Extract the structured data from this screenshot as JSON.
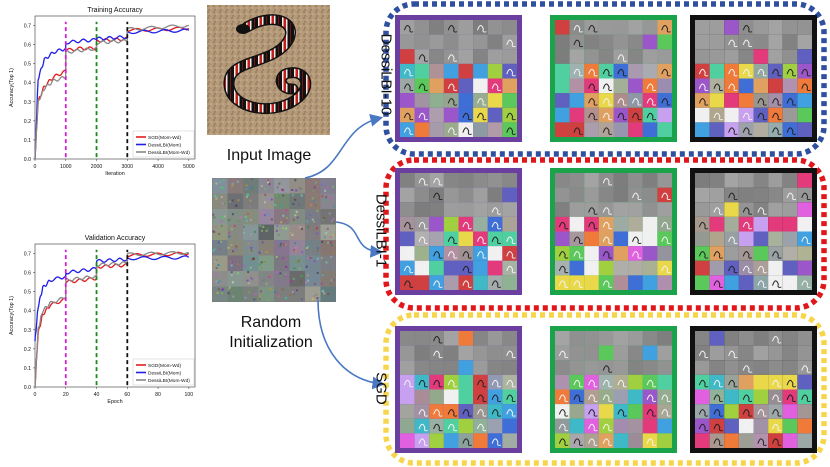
{
  "figure": {
    "input_image_label": "Input Image",
    "random_init_label_line1": "Random",
    "random_init_label_line2": "Initialization",
    "rows": [
      {
        "name": "DessiLBI-10",
        "box_color": "#2f4f9f"
      },
      {
        "name": "DessiLBI-1",
        "box_color": "#e0161b"
      },
      {
        "name": "SGD",
        "box_color": "#f7d54a"
      }
    ],
    "panel_frame_colors": [
      "#6b3fa0",
      "#1aa34a",
      "#111111"
    ],
    "marker_colors": {
      "m1": "#d020d0",
      "m2": "#1a8a1a",
      "m3": "#111111"
    }
  },
  "chart_data": [
    {
      "type": "line",
      "title": "Training Accuracy",
      "xlabel": "Iteration",
      "ylabel": "Accuracy(Top 1)",
      "xlim": [
        0,
        5200
      ],
      "ylim": [
        0,
        0.75
      ],
      "xticks": [
        "0",
        "1000",
        "2000",
        "3000",
        "4000",
        "5000"
      ],
      "yticks": [
        "0.0",
        "0.1",
        "0.2",
        "0.3",
        "0.4",
        "0.5",
        "0.6",
        "0.7"
      ],
      "vlines": [
        1000,
        2000,
        3000
      ],
      "legend": "bottom-right",
      "series": [
        {
          "name": "SGD(Mom-Wd)",
          "color": "#e41a1c",
          "x": [
            0,
            100,
            300,
            600,
            999,
            1001,
            1500,
            1999,
            2001,
            2500,
            2999,
            3001,
            4000,
            5000
          ],
          "y": [
            0.0,
            0.3,
            0.38,
            0.43,
            0.46,
            0.57,
            0.58,
            0.58,
            0.62,
            0.625,
            0.63,
            0.675,
            0.68,
            0.685
          ]
        },
        {
          "name": "DessiLBI(Mom)",
          "color": "#1f1fe8",
          "x": [
            0,
            100,
            300,
            600,
            999,
            1001,
            1500,
            1999,
            2001,
            2500,
            2999,
            3001,
            4000,
            5000
          ],
          "y": [
            0.0,
            0.42,
            0.52,
            0.56,
            0.58,
            0.61,
            0.62,
            0.625,
            0.63,
            0.635,
            0.64,
            0.665,
            0.67,
            0.675
          ]
        },
        {
          "name": "DessiLBI(Mom-Wd)",
          "color": "#888888",
          "x": [
            0,
            100,
            300,
            600,
            999,
            1001,
            1500,
            1999,
            2001,
            2500,
            2999,
            3001,
            4000,
            5000
          ],
          "y": [
            0.0,
            0.3,
            0.37,
            0.41,
            0.43,
            0.56,
            0.57,
            0.58,
            0.61,
            0.615,
            0.62,
            0.68,
            0.69,
            0.7
          ]
        }
      ]
    },
    {
      "type": "line",
      "title": "Validation Accuracy",
      "xlabel": "Epoch",
      "ylabel": "Accuracy(Top 1)",
      "xlim": [
        0,
        104
      ],
      "ylim": [
        0,
        0.75
      ],
      "xticks": [
        "0",
        "20",
        "40",
        "60",
        "80",
        "100"
      ],
      "yticks": [
        "0.0",
        "0.1",
        "0.2",
        "0.3",
        "0.4",
        "0.5",
        "0.6",
        "0.7"
      ],
      "vlines": [
        20,
        40,
        60
      ],
      "legend": "bottom-right",
      "series": [
        {
          "name": "SGD(Mom-Wd)",
          "color": "#e41a1c",
          "x": [
            0,
            2,
            5,
            10,
            19.9,
            20.1,
            30,
            39.9,
            40.1,
            50,
            59.9,
            60.1,
            80,
            100
          ],
          "y": [
            0.0,
            0.28,
            0.38,
            0.43,
            0.46,
            0.55,
            0.56,
            0.57,
            0.63,
            0.635,
            0.64,
            0.69,
            0.695,
            0.7
          ]
        },
        {
          "name": "DessiLBI(Mom)",
          "color": "#1f1fe8",
          "x": [
            0,
            2,
            5,
            10,
            19.9,
            20.1,
            30,
            39.9,
            40.1,
            50,
            59.9,
            60.1,
            80,
            100
          ],
          "y": [
            0.24,
            0.42,
            0.52,
            0.56,
            0.58,
            0.6,
            0.61,
            0.62,
            0.66,
            0.665,
            0.67,
            0.675,
            0.677,
            0.68
          ]
        },
        {
          "name": "DessiLBI(Mom-Wd)",
          "color": "#888888",
          "x": [
            0,
            2,
            5,
            10,
            19.9,
            20.1,
            30,
            39.9,
            40.1,
            50,
            59.9,
            60.1,
            80,
            100
          ],
          "y": [
            0.0,
            0.3,
            0.4,
            0.44,
            0.47,
            0.56,
            0.57,
            0.58,
            0.64,
            0.645,
            0.65,
            0.695,
            0.7,
            0.705
          ]
        }
      ]
    }
  ]
}
